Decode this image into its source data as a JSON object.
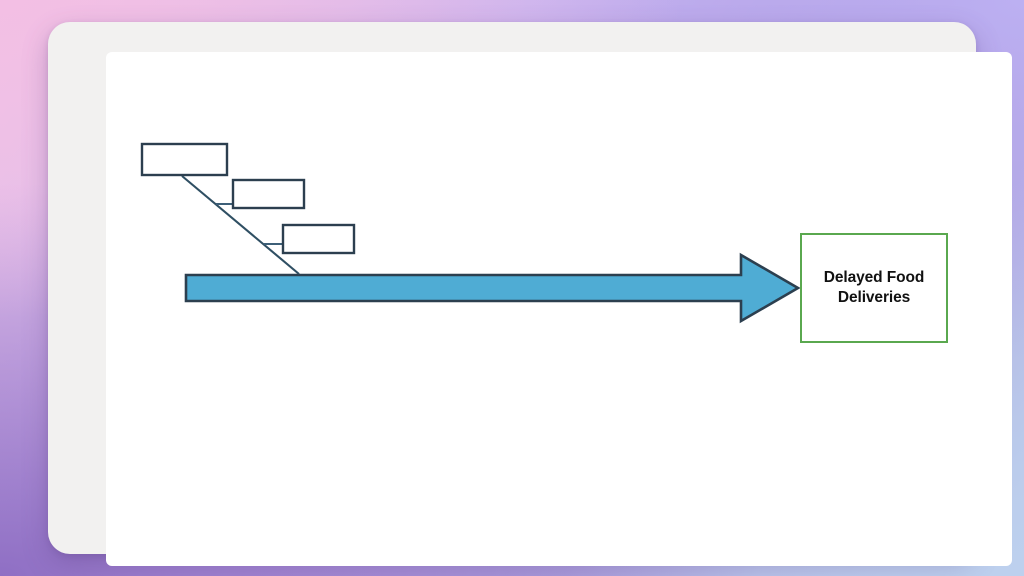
{
  "background": {
    "gradient_colors": [
      "#eec4e8",
      "#c9b4ef",
      "#a88ed8",
      "#b9cbe9"
    ],
    "card_background": "#ffffff",
    "card_frame_color": "#f2f1f0"
  },
  "diagram": {
    "type": "cause-and-effect-fishbone",
    "spine_arrow": {
      "label": "",
      "fill_color": "#4facd4",
      "stroke_color": "#2c3f4f",
      "direction": "right"
    },
    "effect": {
      "label": "Delayed Food\nDeliveries",
      "line1": "Delayed Food",
      "line2": "Deliveries",
      "border_color": "#5aa84f",
      "text_color": "#111111"
    },
    "cause_boxes": [
      {
        "label": "",
        "border_color": "#2c3f4f"
      },
      {
        "label": "",
        "border_color": "#2c3f4f"
      },
      {
        "label": "",
        "border_color": "#2c3f4f"
      }
    ],
    "connector_color": "#2f4f63"
  }
}
